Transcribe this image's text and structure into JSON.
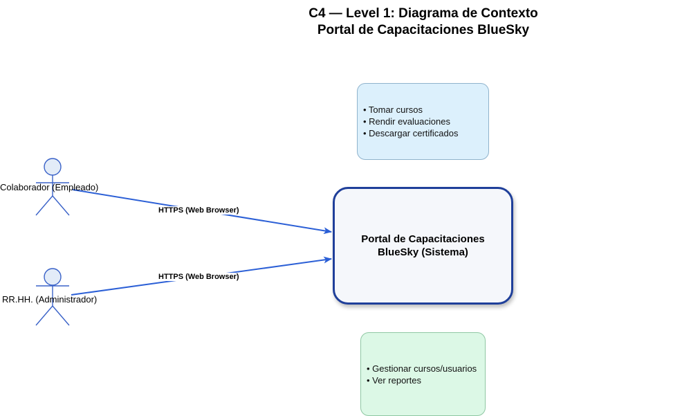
{
  "title": {
    "line1": "C4 — Level 1: Diagrama de Contexto",
    "line2": "Portal de Capacitaciones BlueSky"
  },
  "actors": [
    {
      "label": "Colaborador (Empleado)"
    },
    {
      "label": "RR.HH. (Administrador)"
    }
  ],
  "system": {
    "line1": "Portal de Capacitaciones",
    "line2": "BlueSky (Sistema)"
  },
  "relationships": [
    {
      "from": "Colaborador (Empleado)",
      "to": "Portal de Capacitaciones BlueSky (Sistema)",
      "label": "HTTPS (Web Browser)"
    },
    {
      "from": "RR.HH. (Administrador)",
      "to": "Portal de Capacitaciones BlueSky (Sistema)",
      "label": "HTTPS (Web Browser)"
    }
  ],
  "notes": {
    "employee": [
      "• Tomar cursos",
      "• Rendir evaluaciones",
      "• Descargar certificados"
    ],
    "admin": [
      "• Gestionar cursos/usuarios",
      "• Ver reportes"
    ]
  },
  "colors": {
    "actor_stroke": "#3a62c8",
    "actor_fill": "#e3ecf8",
    "arrow": "#2b5fd6",
    "system_border": "#1f3f9a",
    "note_employee_fill": "#dcf0fc",
    "note_admin_fill": "#dcf8e6"
  }
}
